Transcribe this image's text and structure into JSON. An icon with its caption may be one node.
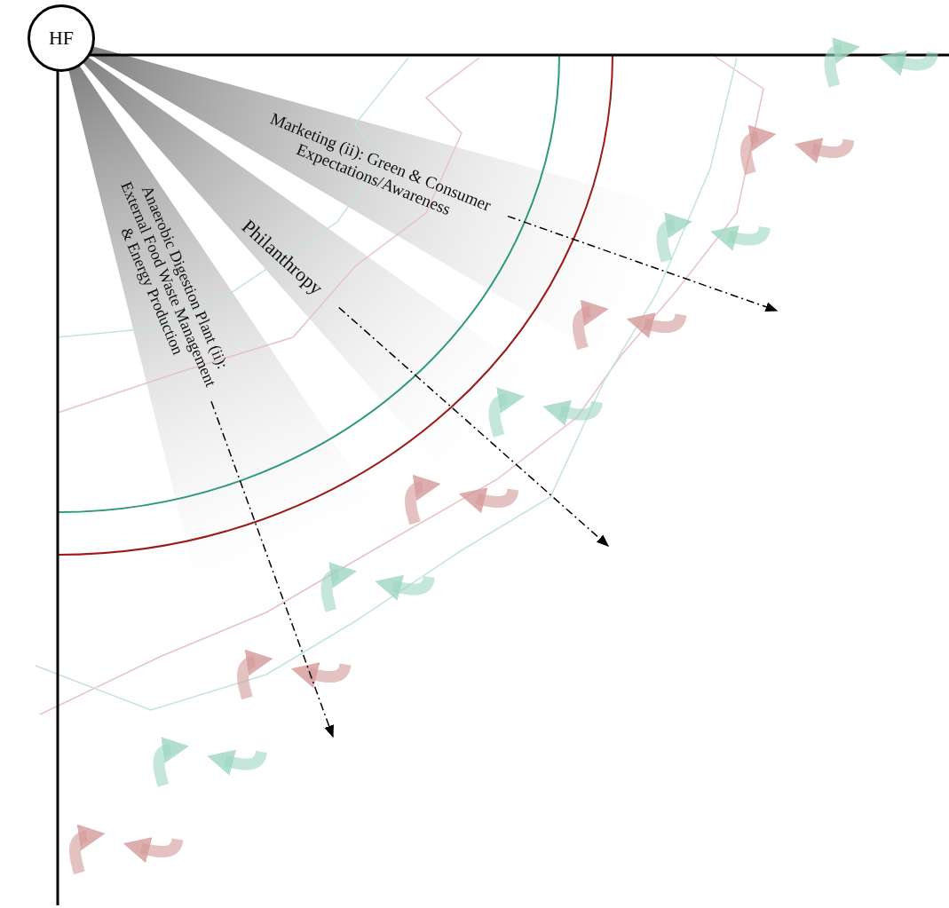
{
  "diagram": {
    "nodes": [
      {
        "text": [
          "HF"
        ]
      },
      {
        "text": [
          "Marketing (ii): Green & Consumer Expectations/Awareness"
        ]
      },
      {
        "text": [
          "Philanthropy"
        ]
      },
      {
        "text": [
          "Anaerobic Digestion Plant (ii): External Food Waste Management & Energy Production"
        ]
      }
    ],
    "edges": [
      {
        "from": 1,
        "to": null,
        "arrow": "to",
        "style": "dashed"
      },
      {
        "from": 2,
        "to": null,
        "arrow": "to",
        "style": "dashed"
      },
      {
        "from": 3,
        "to": null,
        "arrow": "to",
        "style": "dashed"
      }
    ]
  }
}
